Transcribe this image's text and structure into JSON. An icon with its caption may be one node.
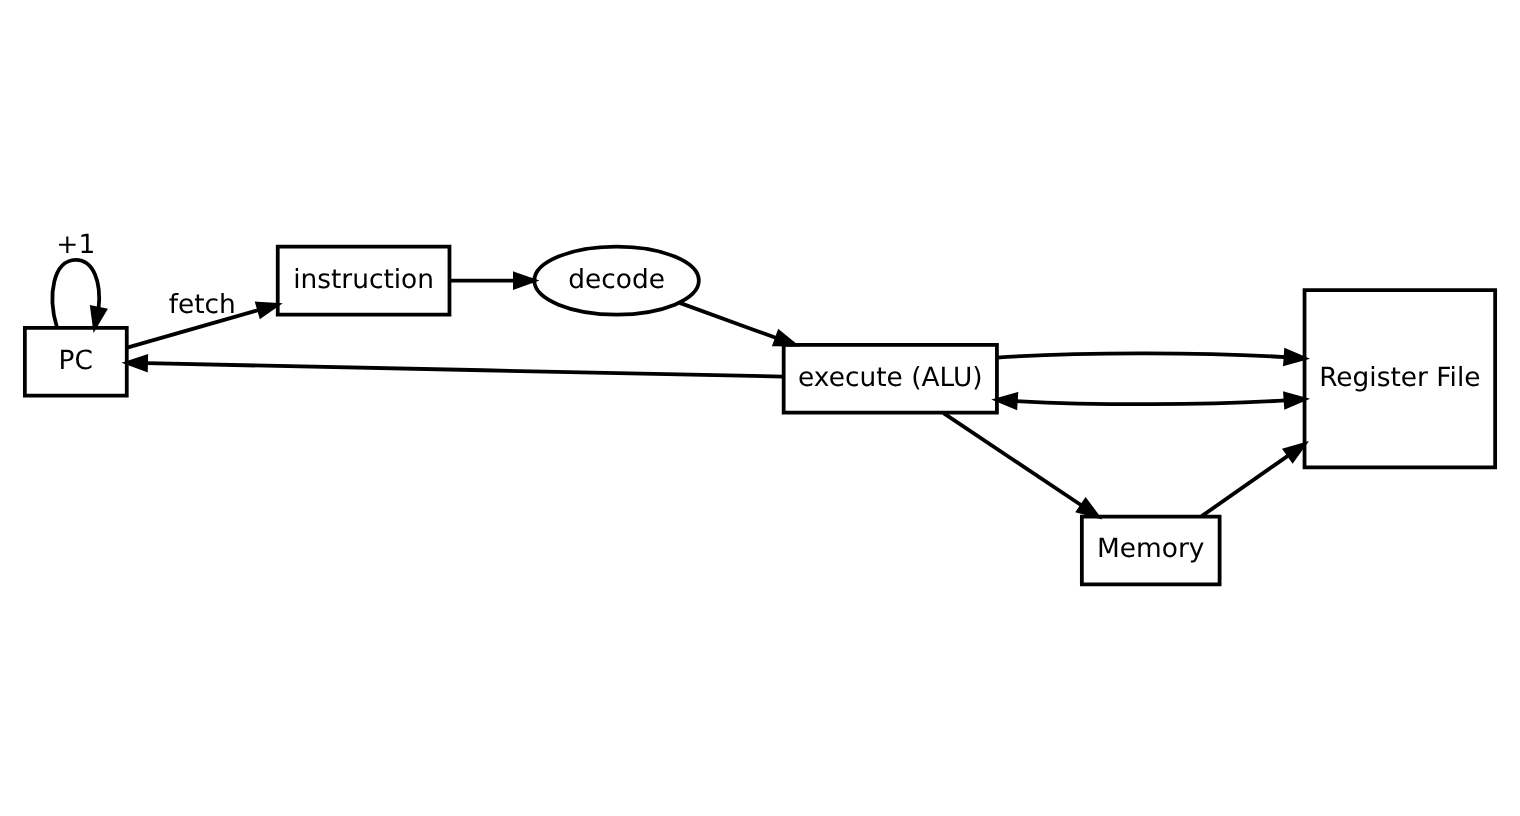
{
  "diagram": {
    "nodes": [
      {
        "text": [
          "PC"
        ]
      },
      {
        "text": [
          "instruction"
        ]
      },
      {
        "text": [
          "decode"
        ]
      },
      {
        "text": [
          "execute (ALU)"
        ]
      },
      {
        "text": [
          "Register File"
        ]
      },
      {
        "text": [
          "Memory"
        ]
      }
    ],
    "edges": [
      {
        "from": 0,
        "to": 0,
        "arrow": "to",
        "label": "+1"
      },
      {
        "from": 0,
        "to": 1,
        "arrow": "to",
        "label": "fetch"
      },
      {
        "from": 1,
        "to": 2,
        "arrow": "to"
      },
      {
        "from": 2,
        "to": 3,
        "arrow": "to"
      },
      {
        "from": 3,
        "to": 4,
        "arrow": "both"
      },
      {
        "from": 3,
        "to": 5,
        "arrow": "to"
      },
      {
        "from": 3,
        "to": 4,
        "arrow": "to"
      },
      {
        "from": 5,
        "to": 4,
        "arrow": "to"
      },
      {
        "from": 3,
        "to": 0,
        "arrow": "to"
      }
    ]
  }
}
